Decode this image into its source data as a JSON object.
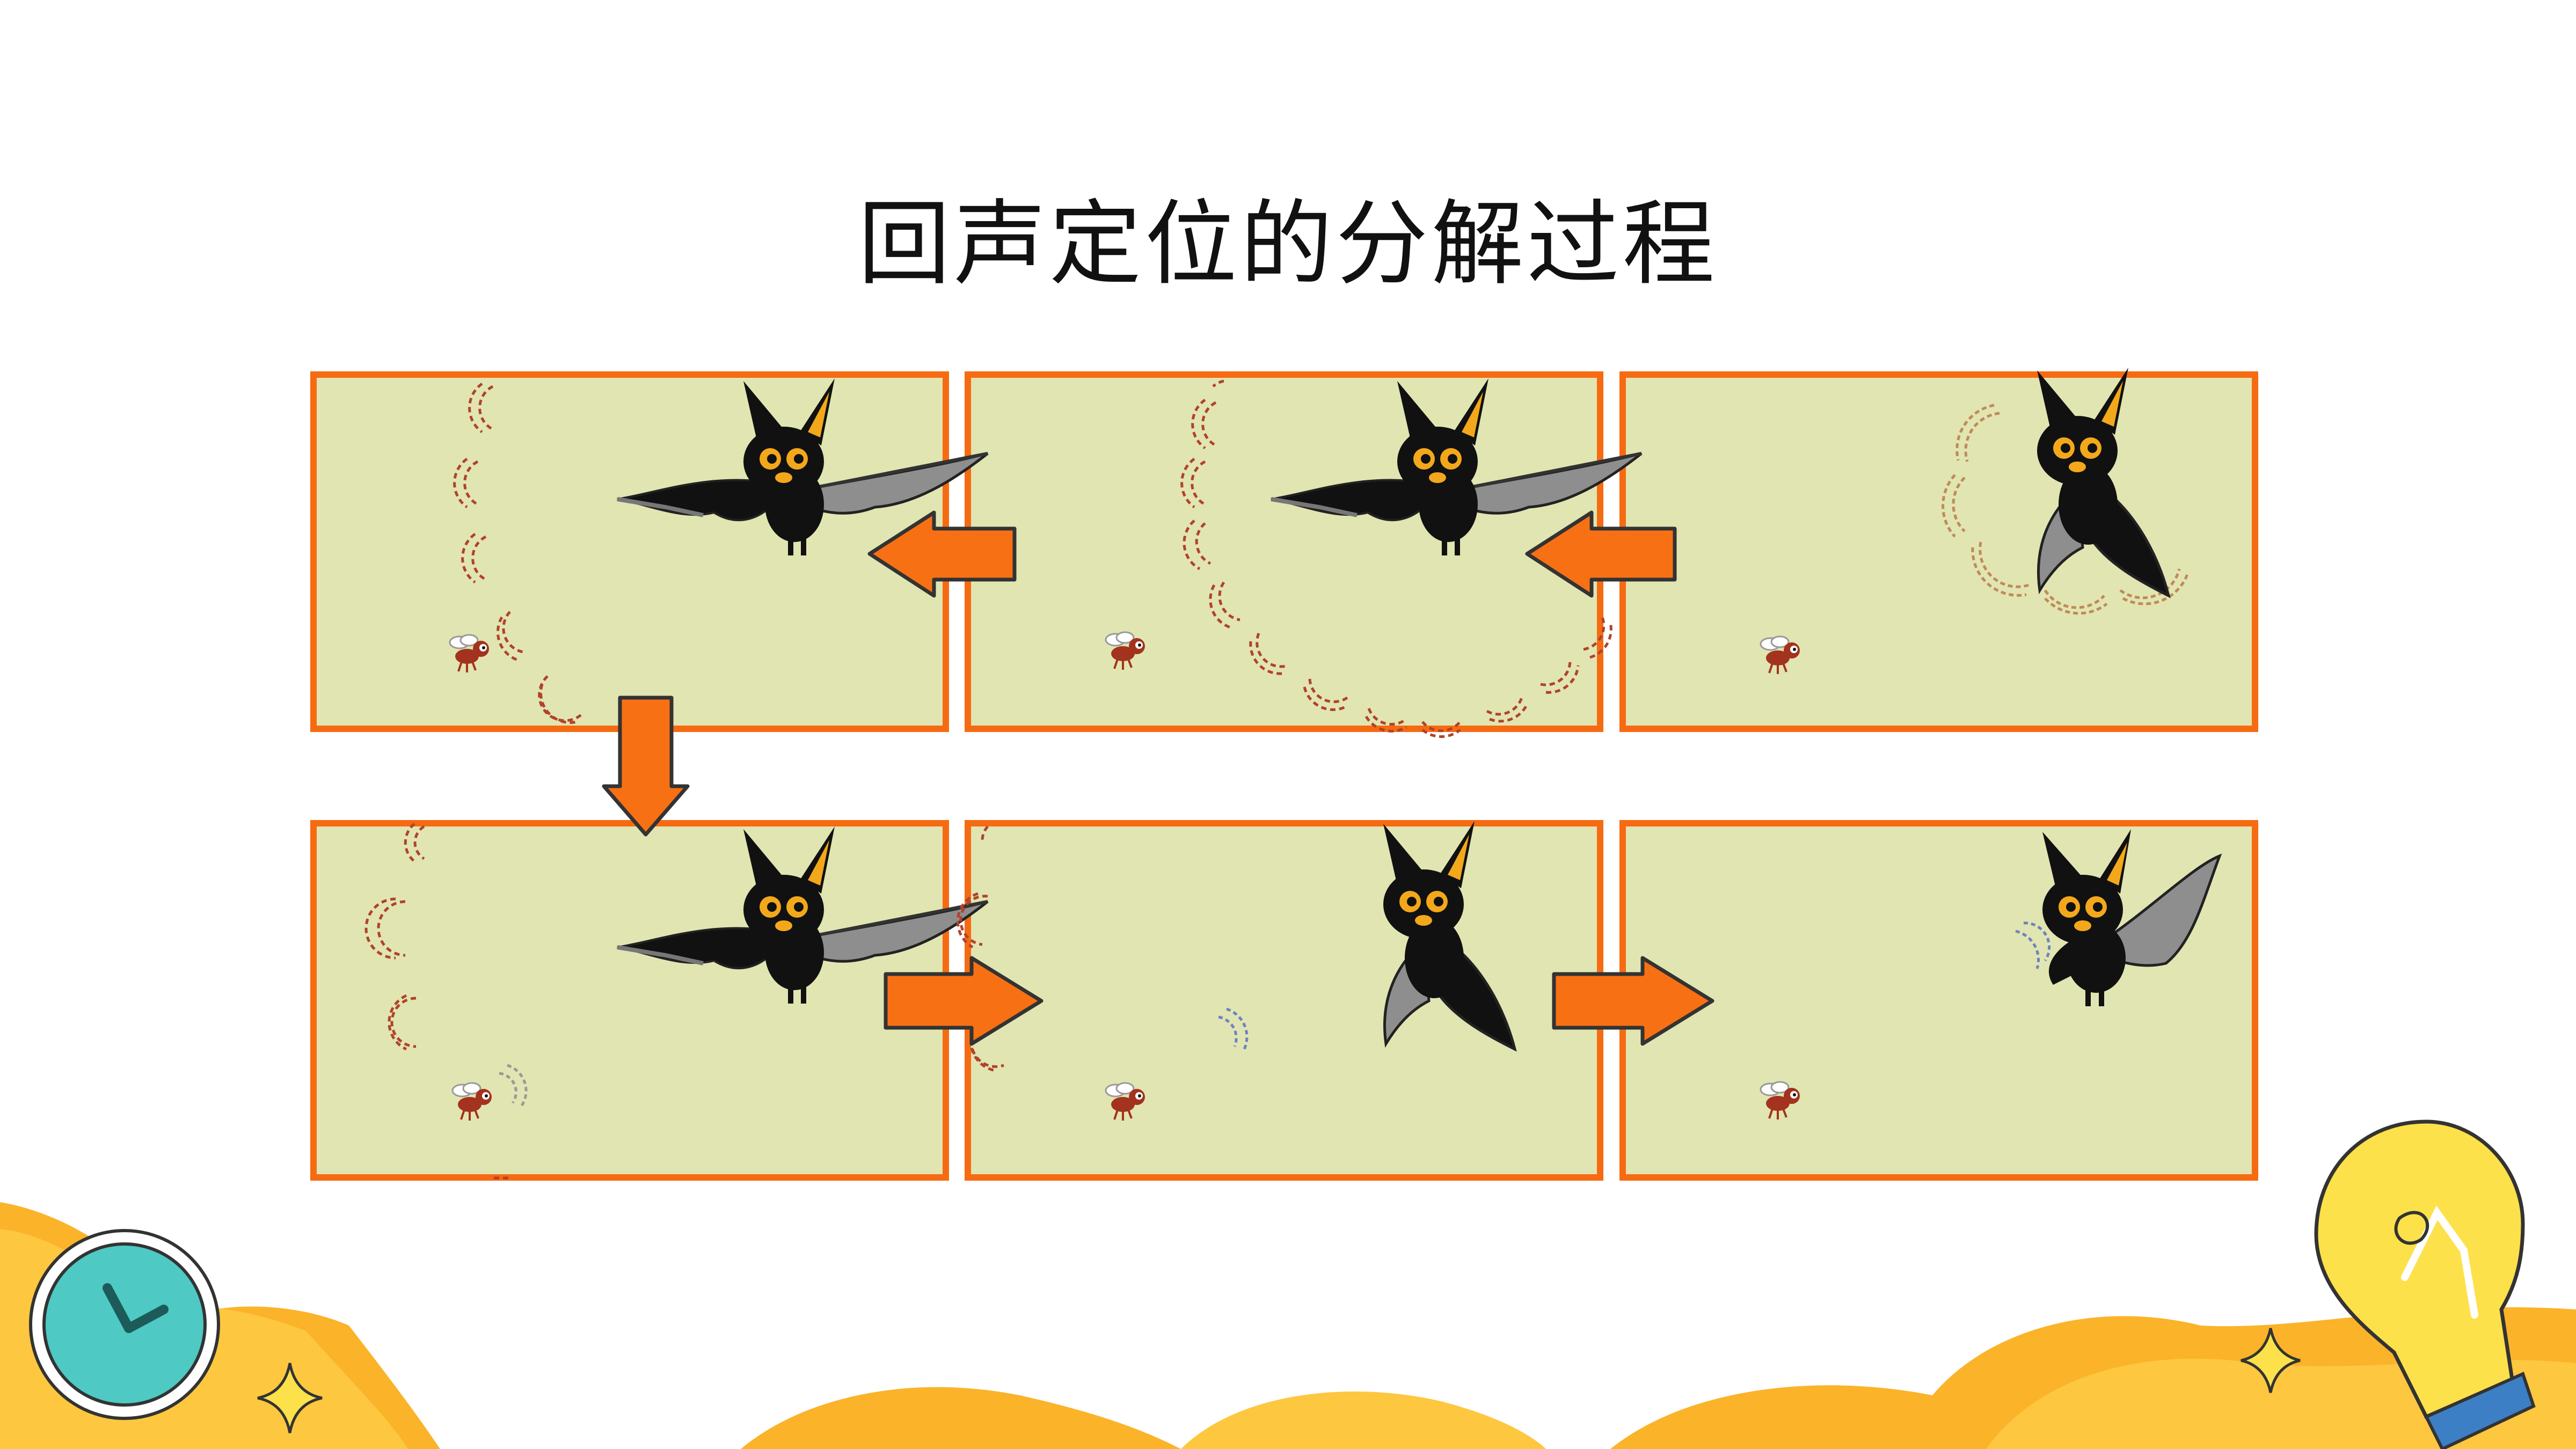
{
  "title": "回声定位的分解过程",
  "colors": {
    "panel_fill": "#e1e5b1",
    "panel_border": "#f66b12",
    "arrow_fill": "#f87014",
    "echo_wave": "#b0432c",
    "echo_wave_return": "#6f83c0",
    "bat_body": "#111111",
    "bat_ear_inner": "#f3a81b",
    "background_wave": "#fbb32a",
    "clock_face": "#4ec9c3",
    "bulb": "#fde14a"
  },
  "steps": [
    {
      "order": 1,
      "panel": "top-right",
      "content": "bat-emits-sound-wave"
    },
    {
      "order": 2,
      "panel": "top-middle",
      "content": "sound-wave-spreads"
    },
    {
      "order": 3,
      "panel": "top-left",
      "content": "sound-wave-reaches-insect"
    },
    {
      "order": 4,
      "panel": "bottom-left",
      "content": "echo-reflects-from-insect"
    },
    {
      "order": 5,
      "panel": "bottom-middle",
      "content": "echo-travels-back"
    },
    {
      "order": 6,
      "panel": "bottom-right",
      "content": "bat-receives-echo"
    }
  ],
  "flow_arrows": [
    "arrow-left",
    "arrow-left",
    "arrow-down",
    "arrow-right",
    "arrow-right"
  ],
  "decorations": [
    "clock-icon",
    "lightbulb-icon",
    "sparkle-icon",
    "sparkle-icon"
  ]
}
